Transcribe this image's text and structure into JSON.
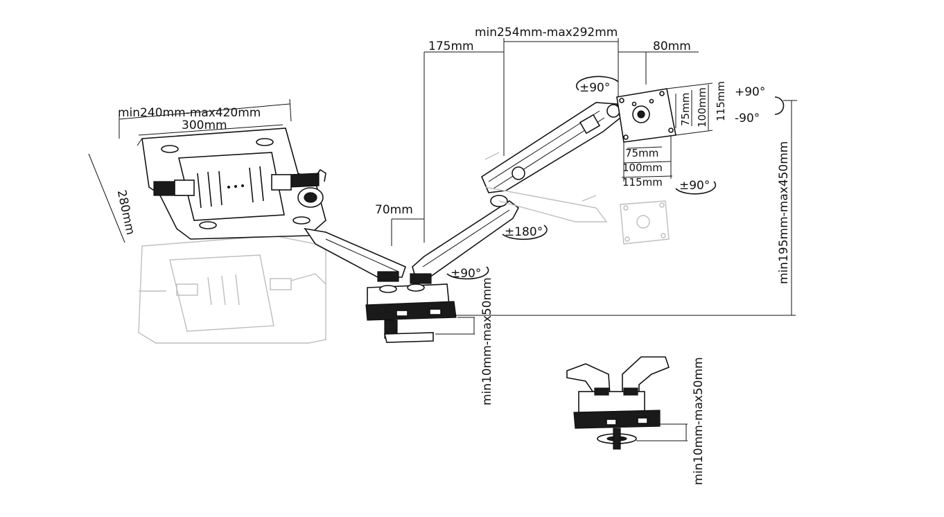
{
  "dimensions": {
    "tray_outer": "min240mm-max420mm",
    "tray_inner": "300mm",
    "tray_depth": "280mm",
    "arm_reach": "min254mm-max292mm",
    "arm_segment": "175mm",
    "head_offset": "80mm",
    "pole_offset": "70mm",
    "vesa_75_h": "75mm",
    "vesa_100_h": "100mm",
    "vesa_115_h": "115mm",
    "vesa_75_w": "75mm",
    "vesa_100_w": "100mm",
    "vesa_115_w": "115mm",
    "height_range": "min195mm-max450mm",
    "clamp_range": "min10mm-max50mm",
    "grommet_range": "min10mm-max50mm"
  },
  "rotations": {
    "head_swivel": "±90°",
    "tilt_up": "+90°",
    "tilt_down": "-90°",
    "rotate": "±90°",
    "elbow": "±180°",
    "base": "±90°"
  }
}
